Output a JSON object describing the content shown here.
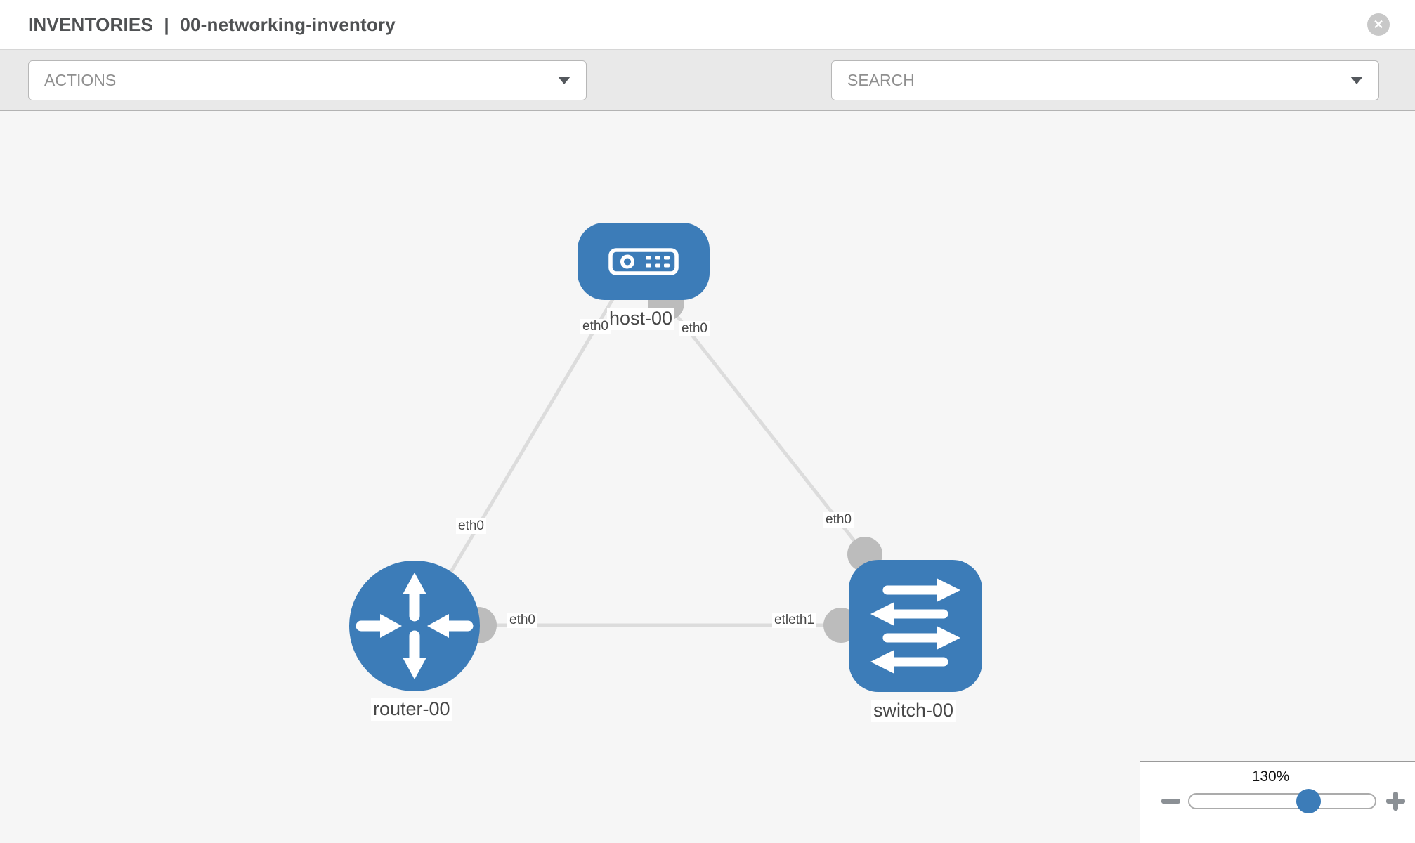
{
  "header": {
    "section": "INVENTORIES",
    "divider": "|",
    "inventory_name": "00-networking-inventory",
    "close_glyph": "✕"
  },
  "toolbar": {
    "actions_placeholder": "ACTIONS",
    "search_placeholder": "SEARCH",
    "icons": [
      "wrench-icon",
      "key-icon"
    ]
  },
  "topology": {
    "nodes": [
      {
        "name": "host-00",
        "type": "host",
        "icon": "server-icon"
      },
      {
        "name": "router-00",
        "type": "router",
        "icon": "router-arrows-icon"
      },
      {
        "name": "switch-00",
        "type": "switch",
        "icon": "switch-arrows-icon"
      }
    ],
    "links": [
      {
        "from": "host-00",
        "to": "router-00",
        "from_if": "eth0",
        "to_if": "eth0"
      },
      {
        "from": "host-00",
        "to": "switch-00",
        "from_if": "eth0",
        "to_if": "eth0"
      },
      {
        "from": "router-00",
        "to": "switch-00",
        "from_if": "eth0",
        "to_if": "etleth1"
      }
    ]
  },
  "zoom_control": {
    "level": "130%"
  },
  "colors": {
    "node_blue": "#3c7cb8",
    "link_gray": "#dcdcdc",
    "connector_gray": "#bcbcbc",
    "canvas_bg": "#f6f6f6",
    "toolbar_bg": "#e9e9e9",
    "icon_gray": "#7b8186",
    "handle_blue": "#3c7cb8"
  }
}
